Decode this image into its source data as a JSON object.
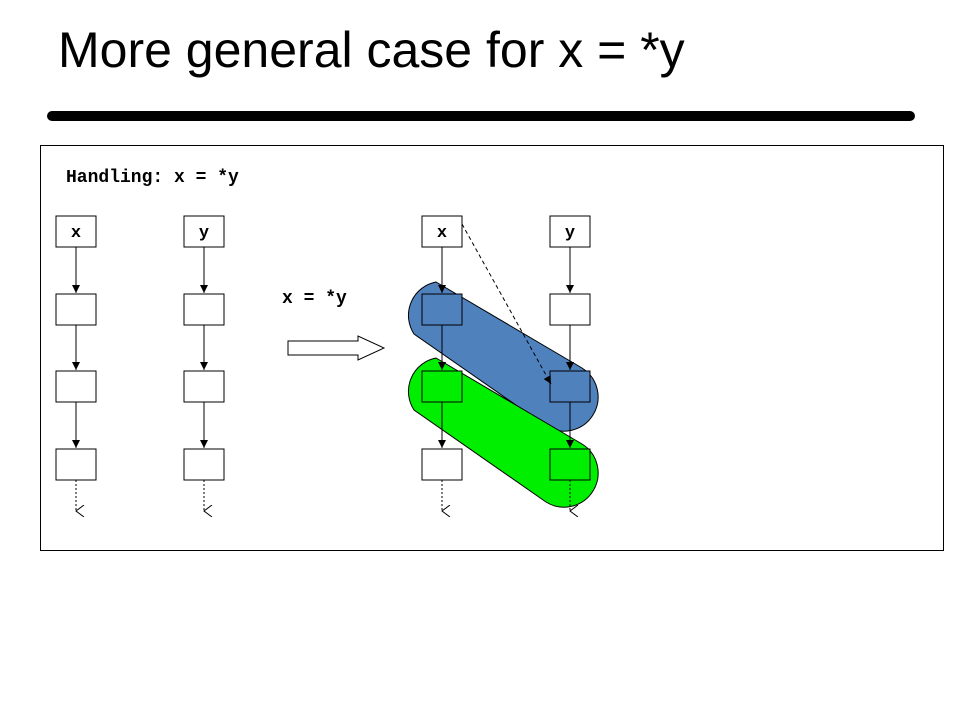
{
  "slide": {
    "title": "More general case for x = *y"
  },
  "panel": {
    "caption": "Handling: x = *y",
    "operation_label": "x = *y"
  },
  "before": {
    "chains": [
      {
        "var_label": "x"
      },
      {
        "var_label": "y"
      }
    ]
  },
  "after": {
    "chains": [
      {
        "var_label": "x"
      },
      {
        "var_label": "y"
      }
    ]
  },
  "colors": {
    "blue_partition": "#4f81bd",
    "green_partition": "#00ee00",
    "outline": "#000000"
  }
}
